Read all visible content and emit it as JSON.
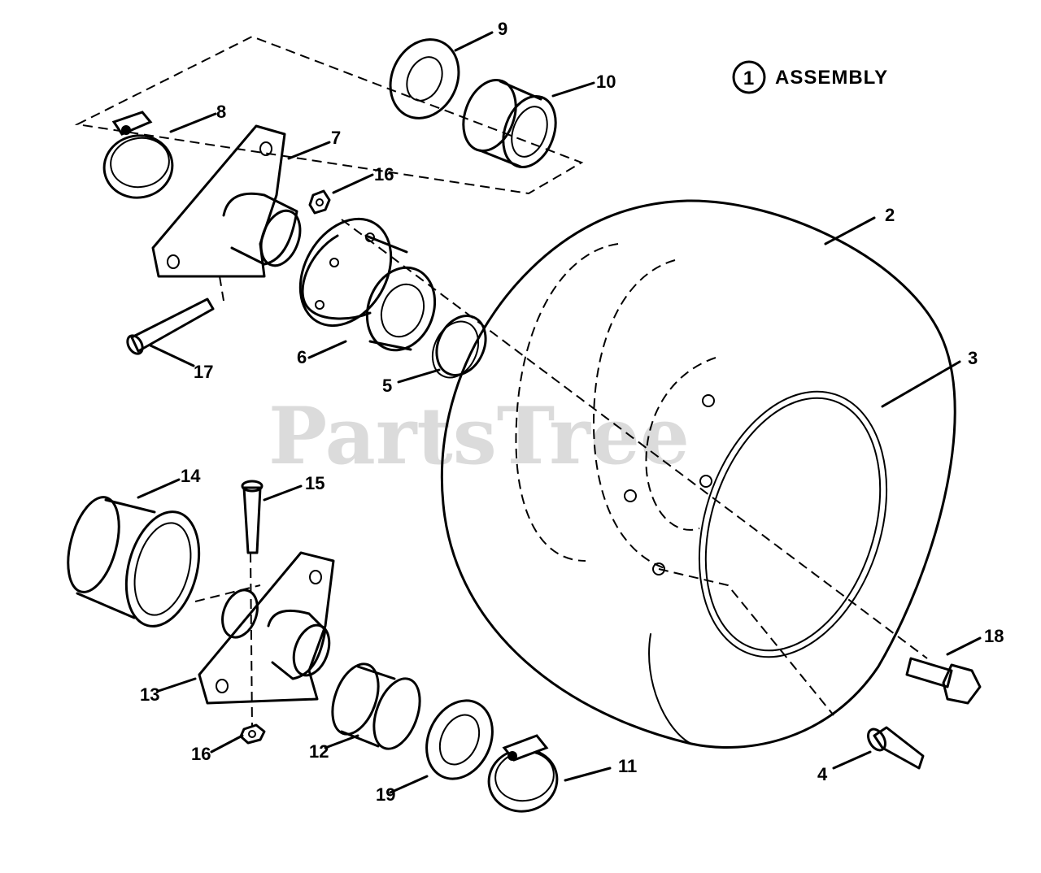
{
  "title": {
    "number": "1",
    "label": "ASSEMBLY"
  },
  "watermark": "PartsTree",
  "callouts": [
    "2",
    "3",
    "4",
    "5",
    "6",
    "7",
    "8",
    "9",
    "10",
    "11",
    "12",
    "13",
    "14",
    "15",
    "16",
    "16",
    "17",
    "18",
    "19"
  ]
}
